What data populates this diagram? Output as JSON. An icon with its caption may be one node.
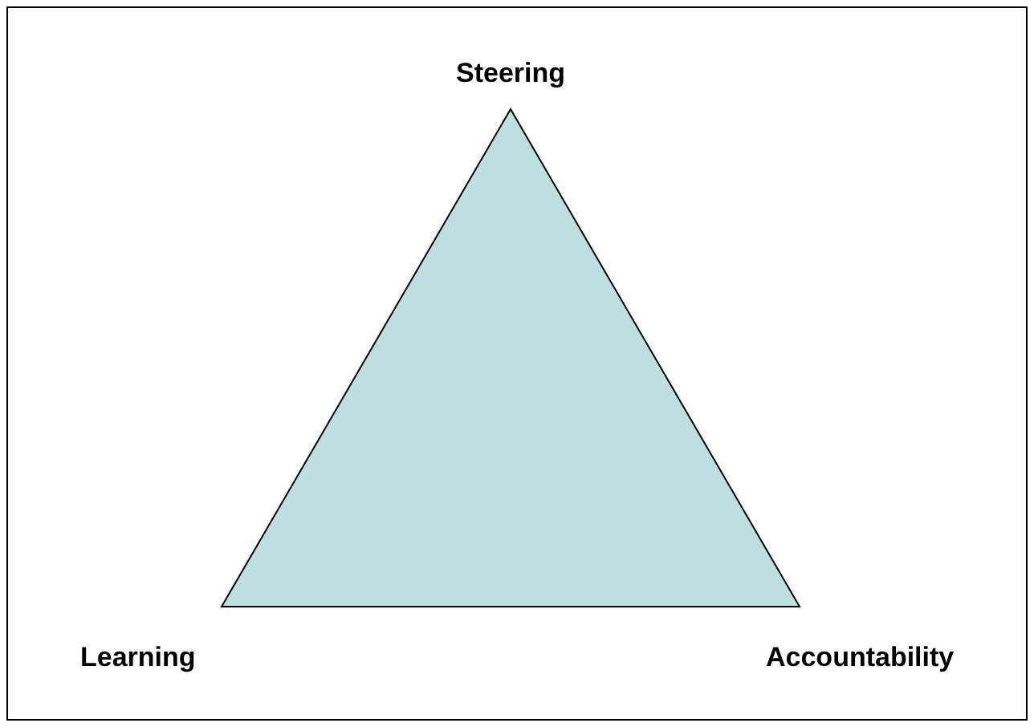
{
  "diagram": {
    "labels": [
      "Steering",
      "Learning",
      "Accountability"
    ]
  }
}
